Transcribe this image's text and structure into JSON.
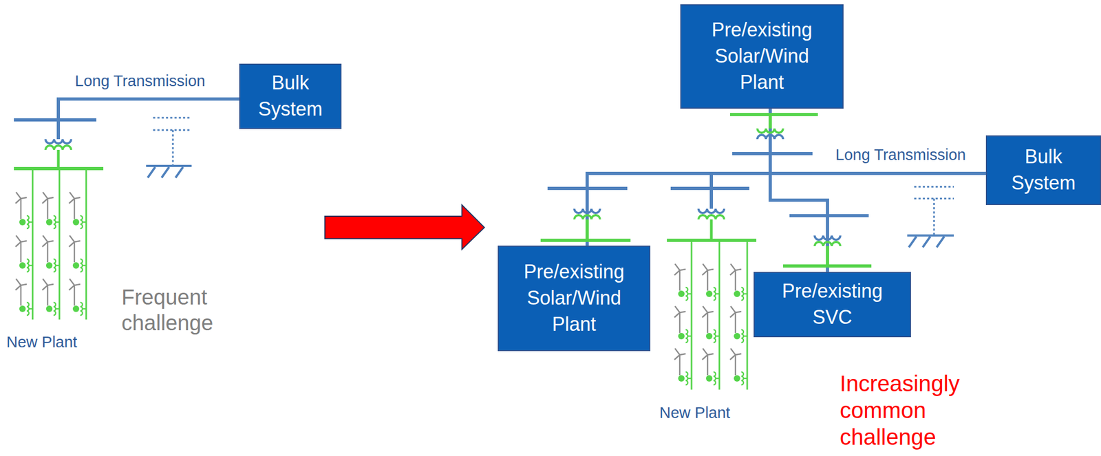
{
  "diagram": {
    "nodes": [
      {
        "text": [
          "Bulk System"
        ]
      },
      {
        "text": [
          "Pre/existing Solar/Wind Plant"
        ]
      },
      {
        "text": [
          "Bulk System"
        ]
      },
      {
        "text": [
          "Pre/existing Solar/Wind Plant"
        ]
      },
      {
        "text": [
          "Pre/existing SVC"
        ]
      }
    ],
    "edges": [
      {
        "from": 1,
        "to": 2,
        "arrow": "none"
      },
      {
        "from": 3,
        "to": 2,
        "arrow": "none"
      },
      {
        "from": 4,
        "to": 2,
        "arrow": "none"
      }
    ],
    "labels": [
      "Long Transmission",
      "Frequent challenge",
      "New Plant",
      "Long Transmission",
      "New Plant",
      "Increasingly common challenge"
    ]
  }
}
